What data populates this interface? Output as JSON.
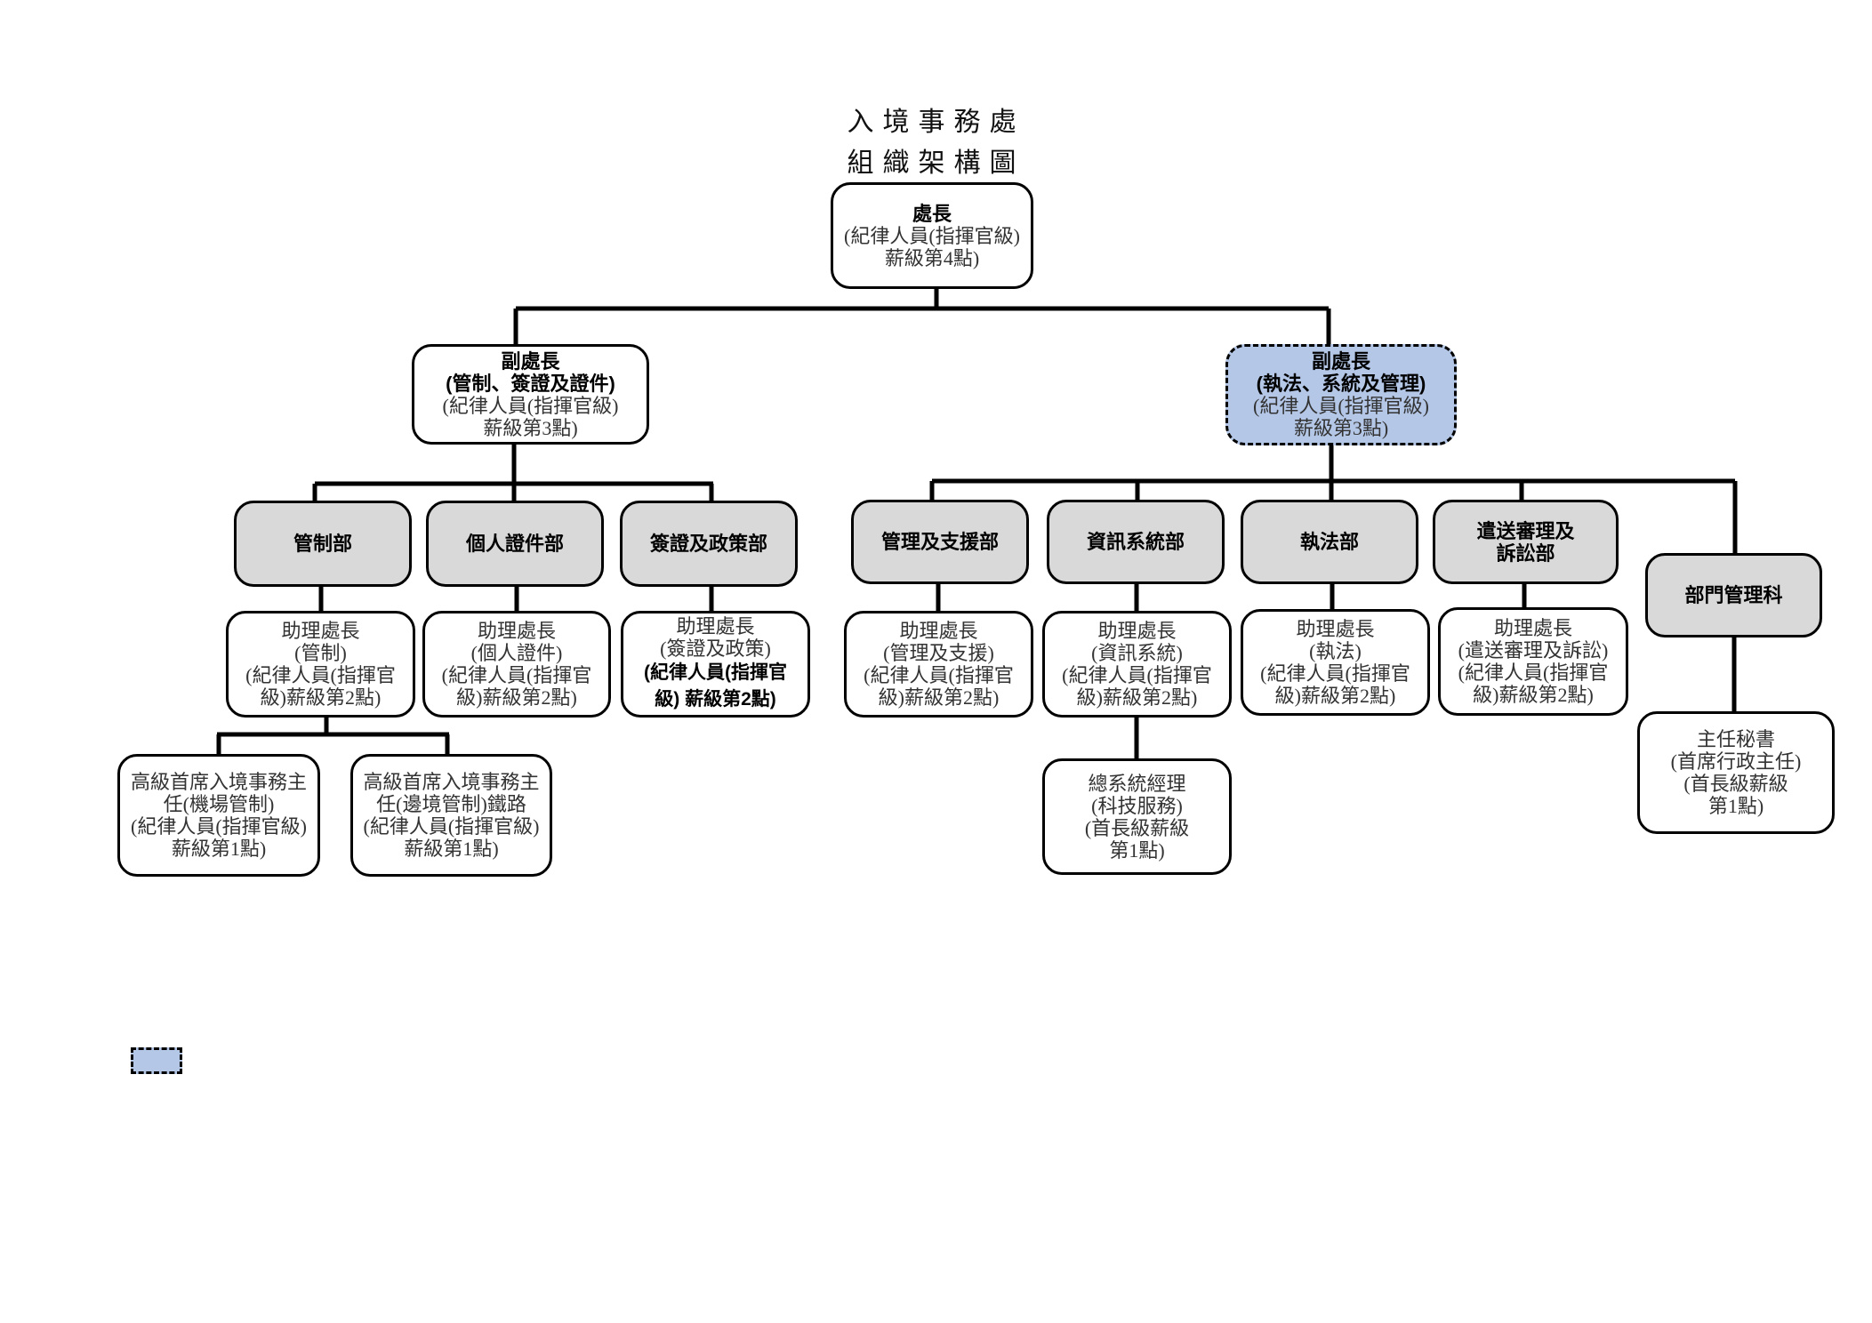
{
  "title": {
    "line1": "入境事務處",
    "line2": "組織架構圖"
  },
  "colors": {
    "highlight": "#b4c7e7",
    "dept_fill": "#d9d9d9"
  },
  "director": {
    "title": "處長",
    "lines": [
      "(紀律人員(指揮官級)",
      "薪級第4點)"
    ]
  },
  "deputy_left": {
    "title": "副處長",
    "sub": "(管制、簽證及證件)",
    "lines": [
      "(紀律人員(指揮官級)",
      "薪級第3點)"
    ]
  },
  "deputy_right": {
    "title": "副處長",
    "sub": "(執法、系統及管理)",
    "lines": [
      "(紀律人員(指揮官級)",
      "薪級第3點)"
    ]
  },
  "departments": [
    {
      "name": [
        "管制部"
      ]
    },
    {
      "name": [
        "個人證件部"
      ]
    },
    {
      "name": [
        "簽證及政策部"
      ]
    },
    {
      "name": [
        "管理及支援部"
      ]
    },
    {
      "name": [
        "資訊系統部"
      ]
    },
    {
      "name": [
        "執法部"
      ]
    },
    {
      "name": [
        "遣送審理及",
        "訴訟部"
      ]
    },
    {
      "name": [
        "部門管理科"
      ]
    }
  ],
  "assistants": [
    {
      "lines": [
        "助理處長",
        "(管制)",
        "(紀律人員(指揮官",
        "級)薪級第2點)"
      ]
    },
    {
      "lines": [
        "助理處長",
        "(個人證件)",
        "(紀律人員(指揮官",
        "級)薪級第2點)"
      ]
    },
    {
      "lines": [
        "助理處長",
        "(簽證及政策)",
        "(紀律人員(指揮官",
        "級) 薪級第2點)"
      ]
    },
    {
      "lines": [
        "助理處長",
        "(管理及支援)",
        "(紀律人員(指揮官",
        "級)薪級第2點)"
      ]
    },
    {
      "lines": [
        "助理處長",
        "(資訊系統)",
        "(紀律人員(指揮官",
        "級)薪級第2點)"
      ]
    },
    {
      "lines": [
        "助理處長",
        "(執法)",
        "(紀律人員(指揮官",
        "級)薪級第2點)"
      ]
    },
    {
      "lines": [
        "助理處長",
        "(遣送審理及訴訟)",
        "(紀律人員(指揮官",
        "級)薪級第2點)"
      ]
    }
  ],
  "seniors": [
    {
      "lines": [
        "高級首席入境事務主",
        "任(機場管制)",
        "(紀律人員(指揮官級)",
        "薪級第1點)"
      ]
    },
    {
      "lines": [
        "高級首席入境事務主",
        "任(邊境管制)鐵路",
        "(紀律人員(指揮官級)",
        "薪級第1點)"
      ]
    }
  ],
  "chief_systems_manager": {
    "lines": [
      "總系統經理",
      "(科技服務)",
      "(首長級薪級",
      "第1點)"
    ]
  },
  "principal_secretary": {
    "lines": [
      "主任秘書",
      "(首席行政主任)",
      "(首長級薪級",
      "第1點)"
    ]
  }
}
